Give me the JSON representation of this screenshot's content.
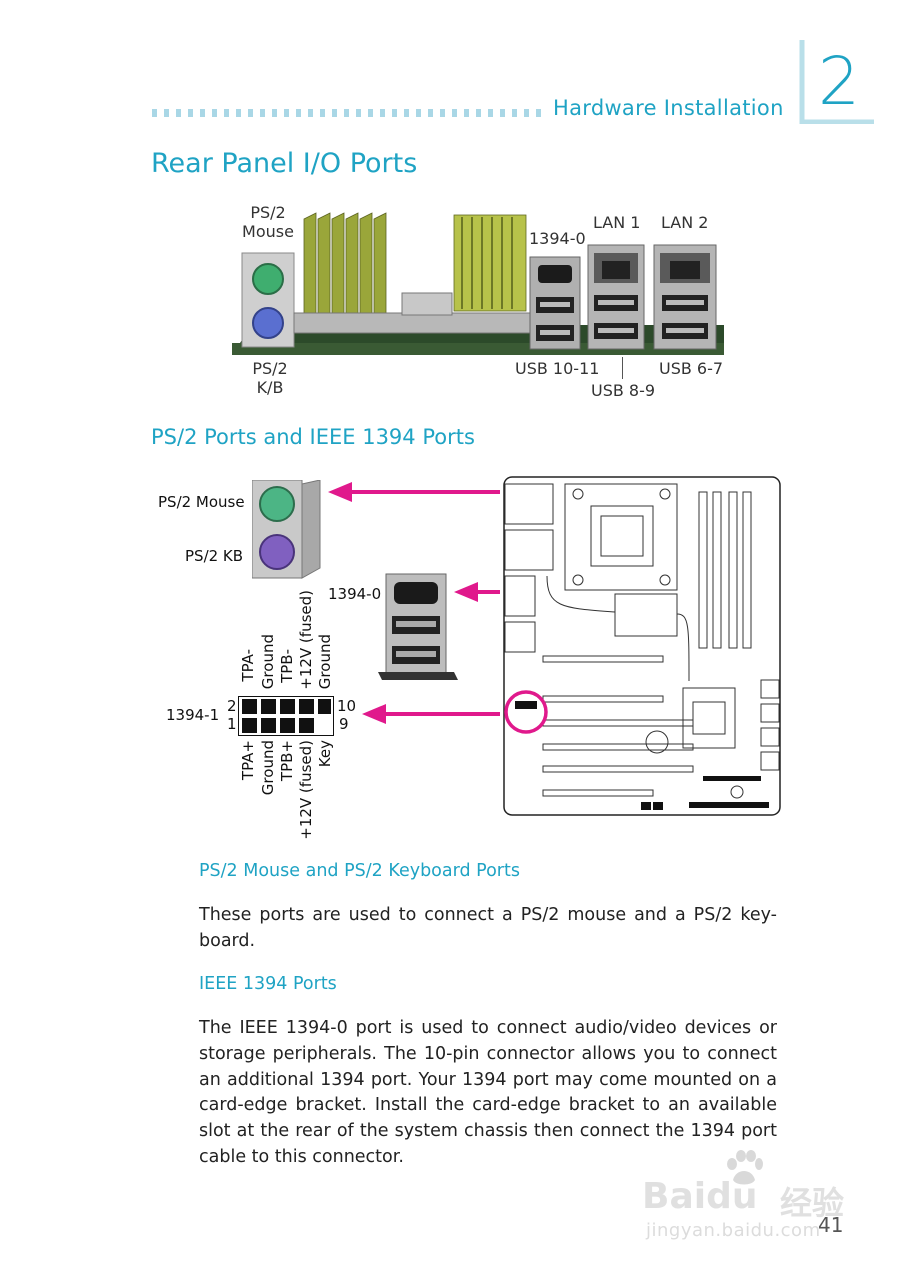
{
  "header": {
    "section_label": "Hardware Installation",
    "chapter_number": "2"
  },
  "title": "Rear Panel I/O Ports",
  "rear_panel": {
    "labels": {
      "ps2_mouse": "PS/2\nMouse",
      "ps2_kb": "PS/2\nK/B",
      "port_1394_0": "1394-0",
      "lan1": "LAN 1",
      "lan2": "LAN 2",
      "usb_10_11": "USB 10-11",
      "usb_8_9": "USB 8-9",
      "usb_6_7": "USB 6-7"
    }
  },
  "subtitle": "PS/2 Ports and IEEE 1394 Ports",
  "detail": {
    "ps2_mouse": "PS/2  Mouse",
    "ps2_kb": "PS/2  KB",
    "port_1394_0": "1394-0",
    "header_1394_1": "1394-1",
    "pin_2": "2",
    "pin_1": "1",
    "pin_10": "10",
    "pin_9": "9",
    "top_pins": [
      "TPA-",
      "Ground",
      "TPB-",
      "+12V  (fused)",
      "Ground"
    ],
    "bottom_pins": [
      "TPA+",
      "Ground",
      "TPB+",
      "+12V  (fused)",
      "Key"
    ]
  },
  "sections": [
    {
      "heading": "PS/2 Mouse and PS/2 Keyboard Ports",
      "body": "These ports are used to connect a PS/2 mouse and a PS/2 key-board."
    },
    {
      "heading": "IEEE 1394 Ports",
      "body": "The IEEE 1394-0 port is used to connect audio/video devices or storage peripherals. The 10-pin connector allows you to connect an additional 1394 port. Your 1394 port may come mounted on a card-edge bracket. Install the card-edge bracket to an available slot at the rear of the system chassis then connect the 1394 port cable to this connector."
    }
  ],
  "page_number": "41",
  "watermark": {
    "brand": "Baidu",
    "cn": "经验",
    "url": "jingyan.baidu.com"
  },
  "colors": {
    "accent": "#1fa3c4",
    "arrow": "#e0198c"
  }
}
